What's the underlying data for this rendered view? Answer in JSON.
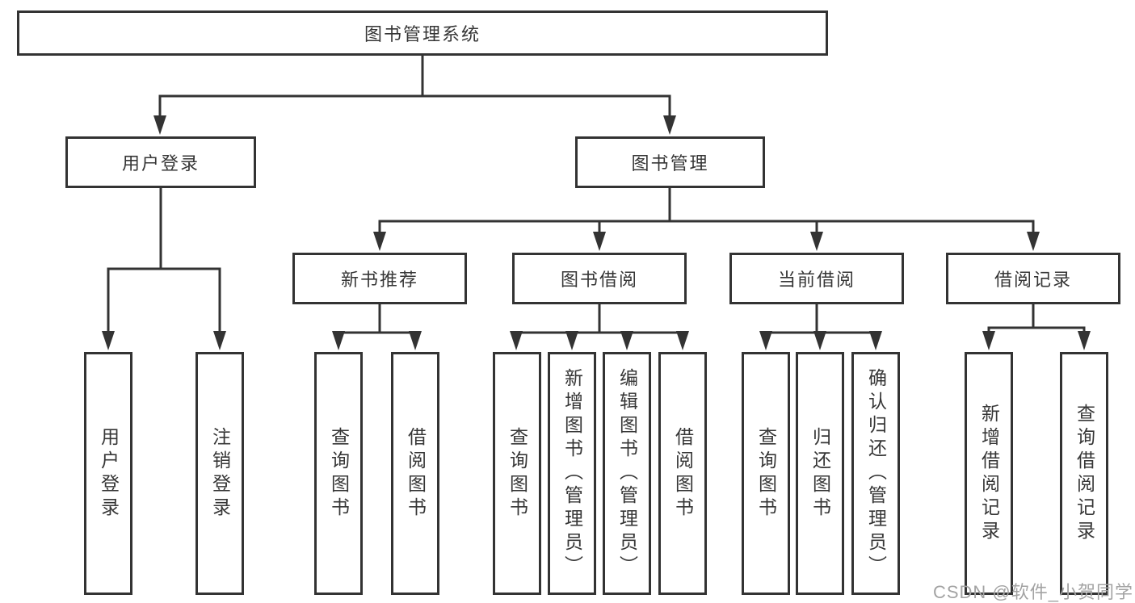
{
  "colors": {
    "line": "#333333",
    "text": "#363636",
    "box_background": "#ffffff",
    "watermark": "#a3a3a3"
  },
  "watermark": {
    "text": "CSDN @软件_小贺同学"
  },
  "tree": {
    "root": {
      "label": "图书管理系统"
    },
    "branches": [
      {
        "label": "用户登录",
        "leaves": [
          {
            "label": "用户登录"
          },
          {
            "label": "注销登录"
          }
        ]
      },
      {
        "label": "图书管理",
        "groups": [
          {
            "label": "新书推荐",
            "leaves": [
              {
                "label": "查询图书"
              },
              {
                "label": "借阅图书"
              }
            ]
          },
          {
            "label": "图书借阅",
            "leaves": [
              {
                "label": "查询图书"
              },
              {
                "label": "新增图书（管理员）"
              },
              {
                "label": "编辑图书（管理员）"
              },
              {
                "label": "借阅图书"
              }
            ]
          },
          {
            "label": "当前借阅",
            "leaves": [
              {
                "label": "查询图书"
              },
              {
                "label": "归还图书"
              },
              {
                "label": "确认归还（管理员）"
              }
            ]
          },
          {
            "label": "借阅记录",
            "leaves": [
              {
                "label": "新增借阅记录"
              },
              {
                "label": "查询借阅记录"
              }
            ]
          }
        ]
      }
    ]
  }
}
